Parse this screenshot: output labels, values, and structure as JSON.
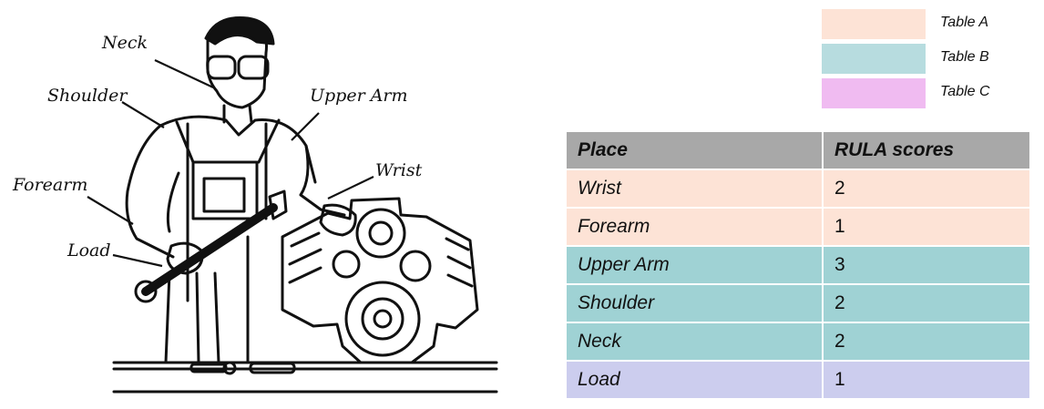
{
  "labels": {
    "neck": "Neck",
    "shoulder": "Shoulder",
    "upper_arm": "Upper Arm",
    "wrist": "Wrist",
    "forearm": "Forearm",
    "load": "Load"
  },
  "legend": [
    {
      "label": "Table A",
      "color": "#fde3d6"
    },
    {
      "label": "Table B",
      "color": "#b7dcdf"
    },
    {
      "label": "Table C",
      "color": "#f0bbf1"
    }
  ],
  "table": {
    "headers": [
      "Place",
      "RULA  scores"
    ],
    "rows": [
      {
        "place": "Wrist",
        "score": "2",
        "group": "a"
      },
      {
        "place": "Forearm",
        "score": "1",
        "group": "a"
      },
      {
        "place": "Upper Arm",
        "score": "3",
        "group": "b"
      },
      {
        "place": "Shoulder",
        "score": "2",
        "group": "b"
      },
      {
        "place": "Neck",
        "score": "2",
        "group": "b"
      },
      {
        "place": "Load",
        "score": "1",
        "group": "c"
      }
    ]
  }
}
